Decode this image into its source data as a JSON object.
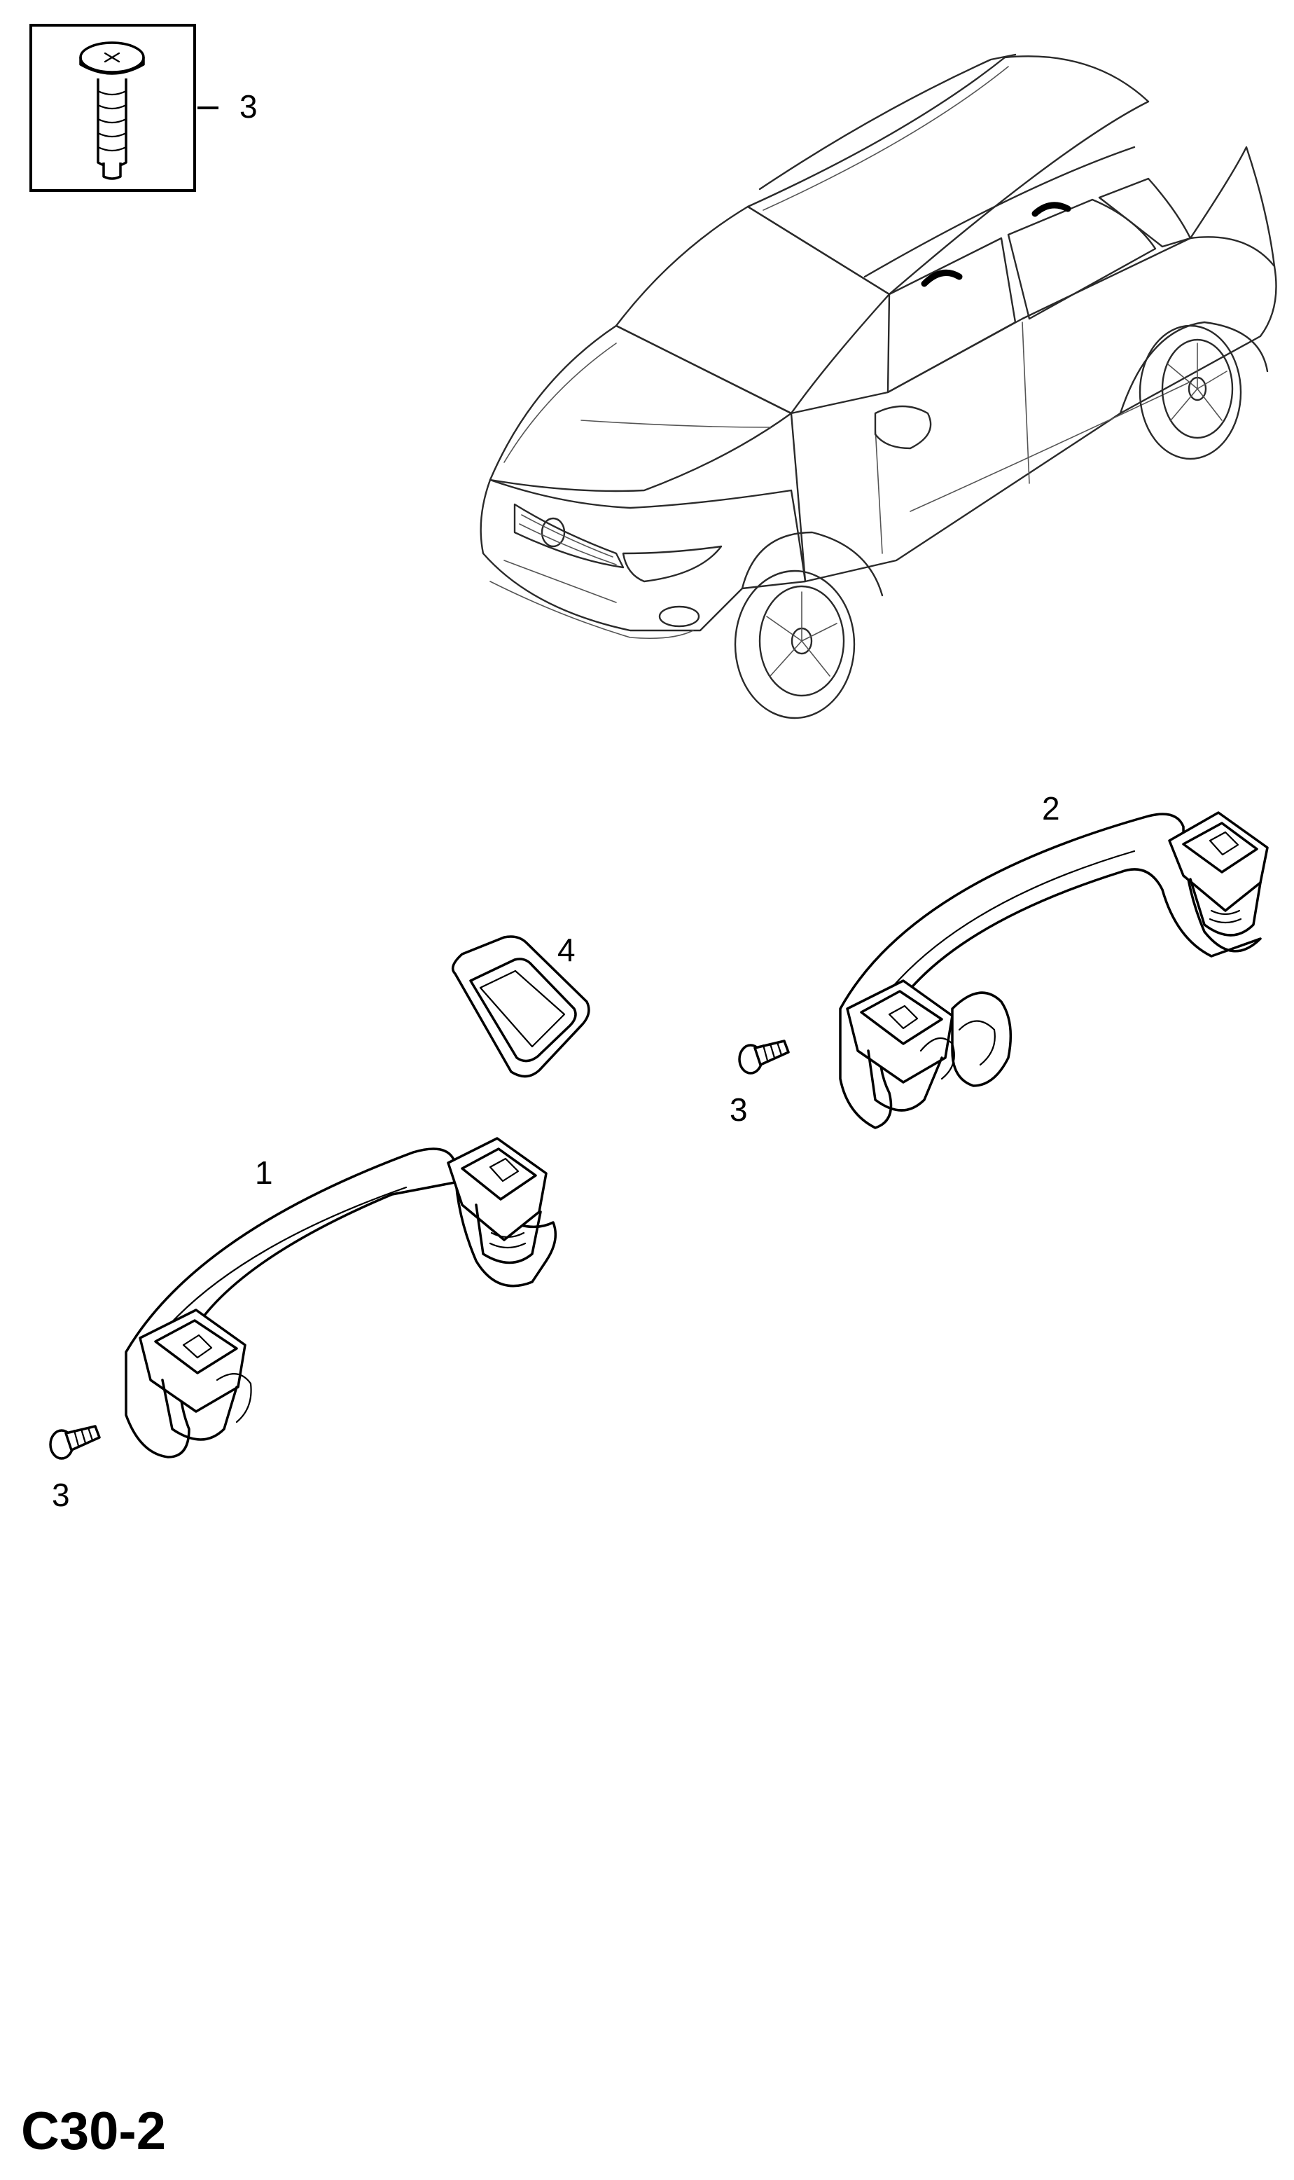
{
  "diagram": {
    "page_code": "C30-2",
    "callouts": {
      "inset_screw": "3",
      "handle_front": "1",
      "handle_rear": "2",
      "cap": "4",
      "screw_front": "3",
      "screw_rear": "3"
    }
  }
}
